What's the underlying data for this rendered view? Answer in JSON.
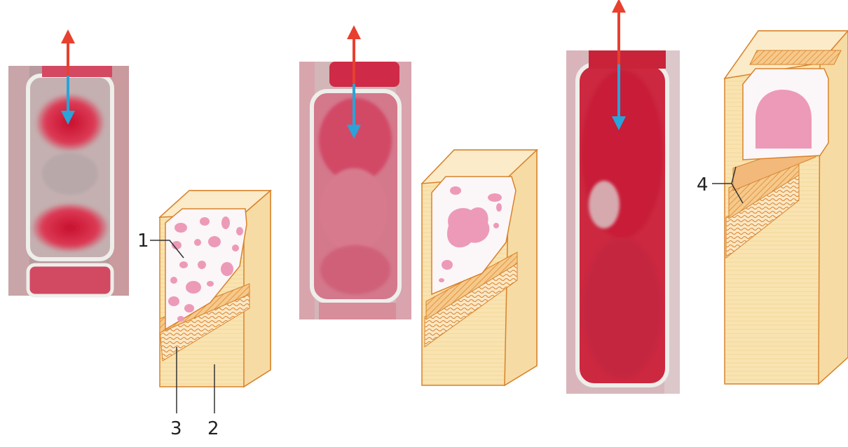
{
  "labels": {
    "l1": "1",
    "l2": "2",
    "l3": "3",
    "l4": "4"
  },
  "colors": {
    "stain_red": "#d62a45",
    "stain_pink": "#e07a8c",
    "cell_wall": "#e8e8e2",
    "wall_fill": "#f9e3b0",
    "wall_outline": "#d9822b",
    "vacuole_pink": "#ec9ab8",
    "arrow_red": "#e8402e",
    "arrow_blue": "#2aa3d8"
  },
  "icons": {
    "growth_arrow_up": "red-arrow-up",
    "growth_arrow_down": "blue-arrow-down"
  }
}
